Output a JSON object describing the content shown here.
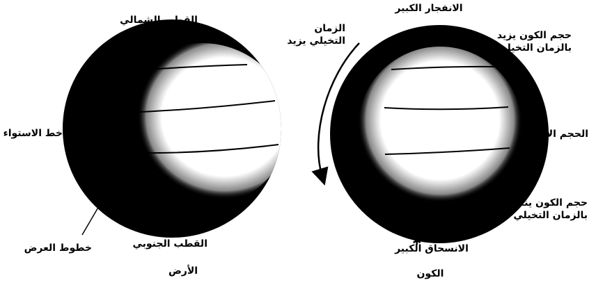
{
  "earth": {
    "caption": "الأرض",
    "north_pole": "القطب الشمالي",
    "south_pole": "القطب الجنوبي",
    "equator": "خط الاستواء",
    "latitude_lines": "خطوط العرض"
  },
  "universe": {
    "caption": "الكون",
    "big_bang": "الانفجار الكبير",
    "big_crunch": "الانسحاق الكبير",
    "max_size": "الحجم الأقصى",
    "imaginary_time_increases": {
      "line1": "الزمان",
      "line2": "التخيلي يزيد"
    },
    "size_increases": {
      "line1": "حجم الكون يزيد",
      "line2": "بالزمان التخيلي"
    },
    "size_decreases": {
      "line1": "حجم الكون ينقص",
      "line2": "بالزمان التخيلي"
    }
  },
  "colors": {
    "sphere_dark": "#000000",
    "sphere_light": "#ffffff",
    "text": "#000000"
  }
}
